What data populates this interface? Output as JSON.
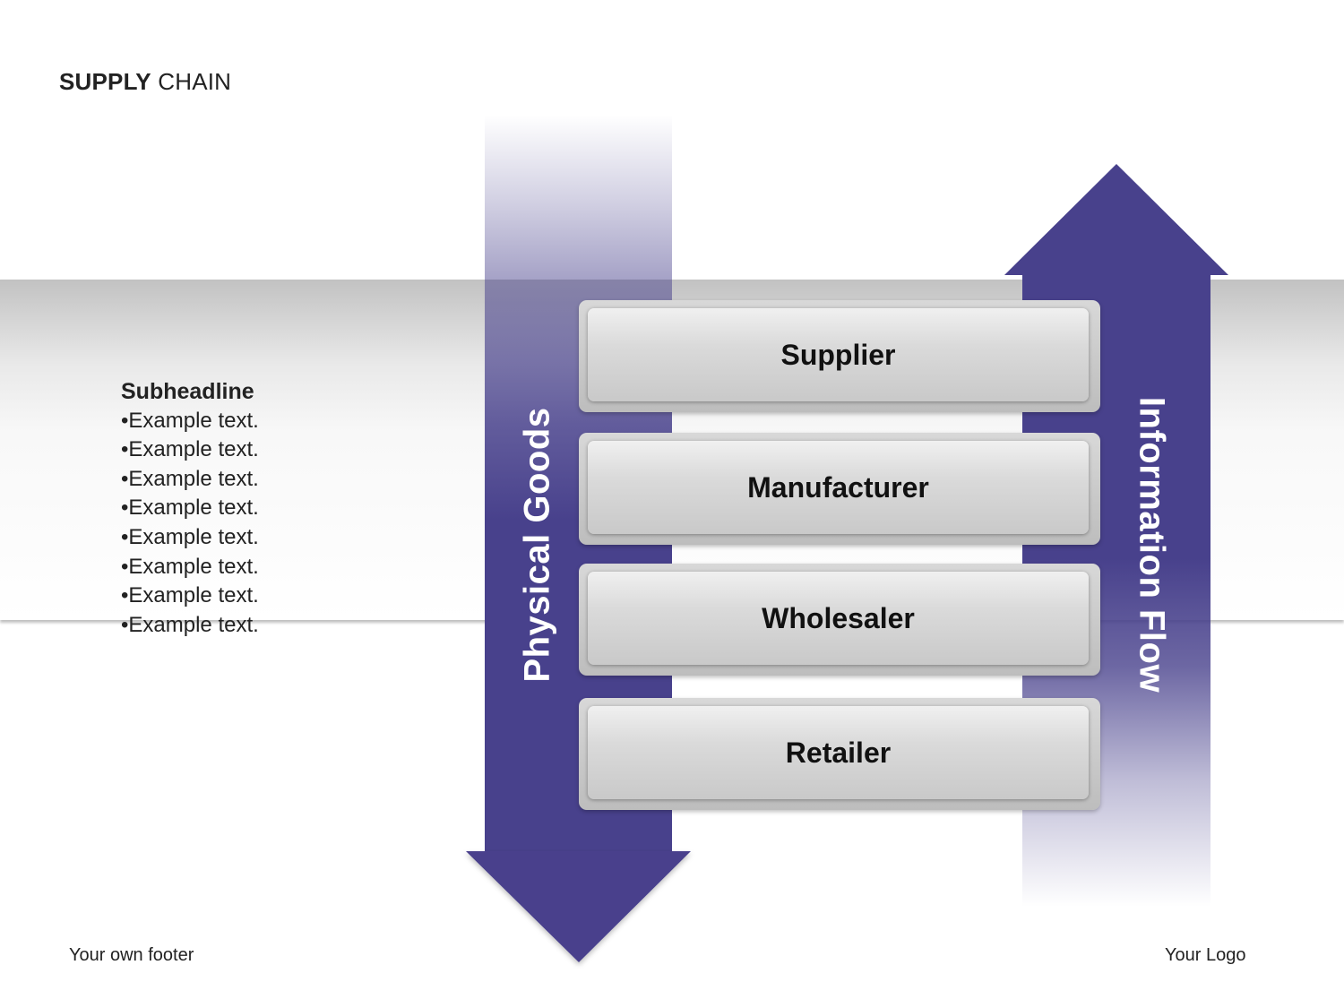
{
  "title": {
    "bold": "SUPPLY",
    "rest": " CHAIN"
  },
  "text_block": {
    "subheadline": "Subheadline",
    "bullets": [
      "•Example text.",
      "•Example text.",
      "•Example text.",
      "•Example text.",
      "•Example text.",
      "•Example text.",
      "•Example text.",
      "•Example text."
    ]
  },
  "diagram": {
    "down_arrow_label": "Physical Goods",
    "up_arrow_label": "Information Flow",
    "stages": [
      "Supplier",
      "Manufacturer",
      "Wholesaler",
      "Retailer"
    ]
  },
  "colors": {
    "arrow": "#48418c",
    "accent_text": "#ffffff"
  },
  "footer": {
    "left": "Your own footer",
    "right": "Your Logo"
  }
}
